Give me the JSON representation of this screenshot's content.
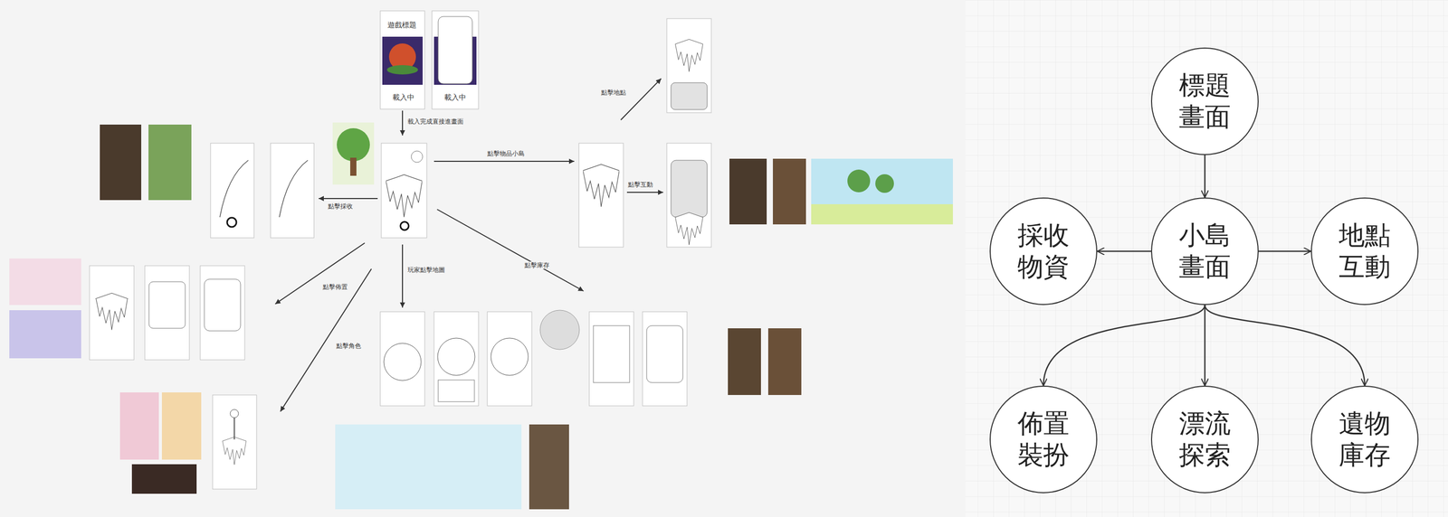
{
  "diagram": {
    "nodes": [
      {
        "text": [
          "標題 畫面"
        ]
      },
      {
        "text": [
          "小島 畫面"
        ]
      },
      {
        "text": [
          "採收 物資"
        ]
      },
      {
        "text": [
          "地點 互動"
        ]
      },
      {
        "text": [
          "佈置 裝扮"
        ]
      },
      {
        "text": [
          "漂流 探索"
        ]
      },
      {
        "text": [
          "遺物 庫存"
        ]
      }
    ],
    "edges": [
      {
        "from": 0,
        "to": 1,
        "arrow": "to"
      },
      {
        "from": 1,
        "to": 2,
        "arrow": "to"
      },
      {
        "from": 1,
        "to": 3,
        "arrow": "to"
      },
      {
        "from": 1,
        "to": 4,
        "arrow": "to"
      },
      {
        "from": 1,
        "to": 5,
        "arrow": "to"
      },
      {
        "from": 1,
        "to": 6,
        "arrow": "to"
      }
    ],
    "labels": [
      "遊戲標題",
      "載入中",
      "載入中",
      "載入完成直接進畫面",
      "點擊地點",
      "點擊物品小島",
      "點擊互動",
      "點擊採收",
      "點擊佈置",
      "點擊庫存",
      "玩家點擊地圖",
      "點擊角色"
    ]
  }
}
